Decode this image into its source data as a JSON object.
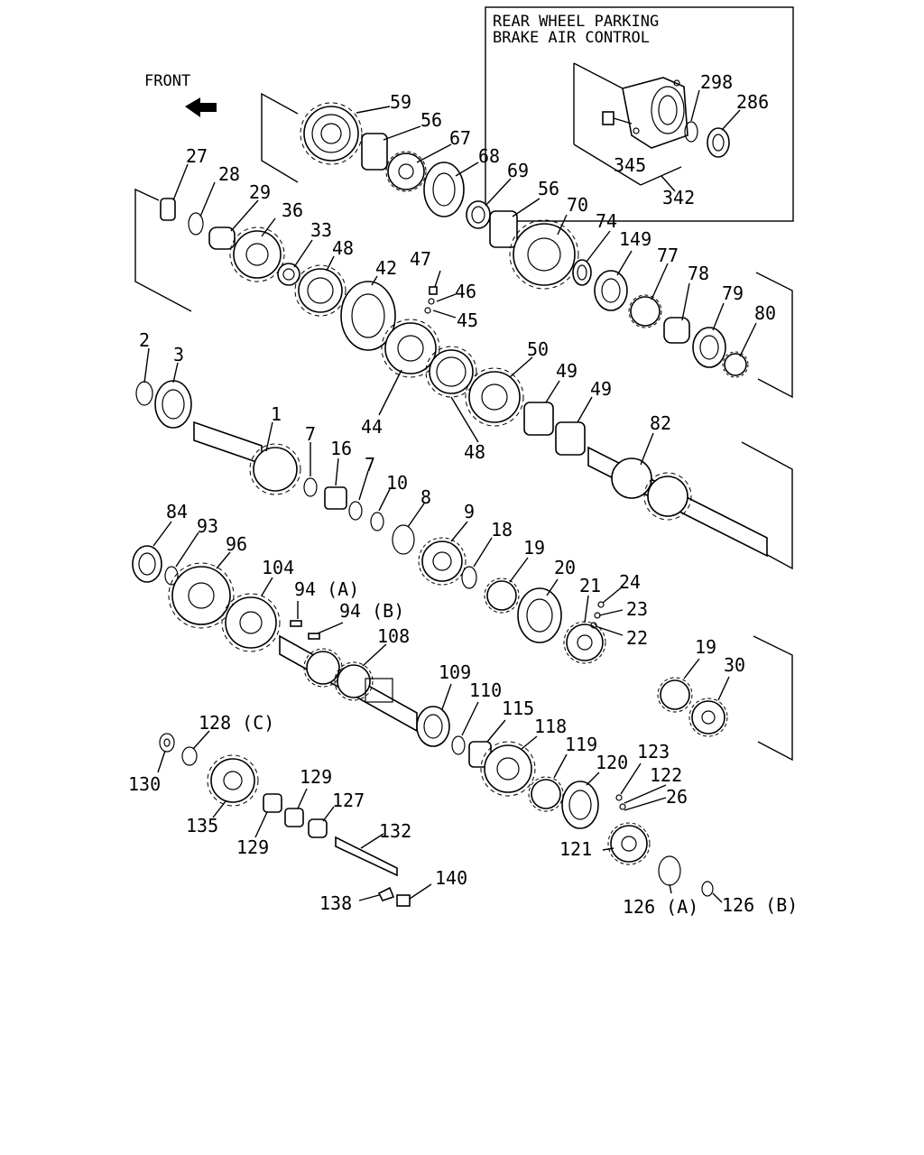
{
  "inset": {
    "title_line1": "REAR WHEEL PARKING",
    "title_line2": "BRAKE AIR CONTROL"
  },
  "front_label": "FRONT",
  "callouts": [
    {
      "id": "c-59",
      "text": "59"
    },
    {
      "id": "c-56a",
      "text": "56"
    },
    {
      "id": "c-67",
      "text": "67"
    },
    {
      "id": "c-68",
      "text": "68"
    },
    {
      "id": "c-69",
      "text": "69"
    },
    {
      "id": "c-56b",
      "text": "56"
    },
    {
      "id": "c-70",
      "text": "70"
    },
    {
      "id": "c-74",
      "text": "74"
    },
    {
      "id": "c-149",
      "text": "149"
    },
    {
      "id": "c-77",
      "text": "77"
    },
    {
      "id": "c-78",
      "text": "78"
    },
    {
      "id": "c-79",
      "text": "79"
    },
    {
      "id": "c-80",
      "text": "80"
    },
    {
      "id": "c-27",
      "text": "27"
    },
    {
      "id": "c-28",
      "text": "28"
    },
    {
      "id": "c-29",
      "text": "29"
    },
    {
      "id": "c-36",
      "text": "36"
    },
    {
      "id": "c-33",
      "text": "33"
    },
    {
      "id": "c-48a",
      "text": "48"
    },
    {
      "id": "c-42",
      "text": "42"
    },
    {
      "id": "c-47",
      "text": "47"
    },
    {
      "id": "c-46",
      "text": "46"
    },
    {
      "id": "c-45",
      "text": "45"
    },
    {
      "id": "c-2",
      "text": "2"
    },
    {
      "id": "c-3",
      "text": "3"
    },
    {
      "id": "c-1",
      "text": "1"
    },
    {
      "id": "c-44",
      "text": "44"
    },
    {
      "id": "c-48b",
      "text": "48"
    },
    {
      "id": "c-50",
      "text": "50"
    },
    {
      "id": "c-49a",
      "text": "49"
    },
    {
      "id": "c-49b",
      "text": "49"
    },
    {
      "id": "c-82",
      "text": "82"
    },
    {
      "id": "c-7a",
      "text": "7"
    },
    {
      "id": "c-16",
      "text": "16"
    },
    {
      "id": "c-7b",
      "text": "7"
    },
    {
      "id": "c-10",
      "text": "10"
    },
    {
      "id": "c-8",
      "text": "8"
    },
    {
      "id": "c-84",
      "text": "84"
    },
    {
      "id": "c-93",
      "text": "93"
    },
    {
      "id": "c-96",
      "text": "96"
    },
    {
      "id": "c-104",
      "text": "104"
    },
    {
      "id": "c-94a",
      "text": "94 (A)"
    },
    {
      "id": "c-94b",
      "text": "94 (B)"
    },
    {
      "id": "c-9",
      "text": "9"
    },
    {
      "id": "c-18",
      "text": "18"
    },
    {
      "id": "c-19a",
      "text": "19"
    },
    {
      "id": "c-20",
      "text": "20"
    },
    {
      "id": "c-21",
      "text": "21"
    },
    {
      "id": "c-24",
      "text": "24"
    },
    {
      "id": "c-23",
      "text": "23"
    },
    {
      "id": "c-22",
      "text": "22"
    },
    {
      "id": "c-108",
      "text": "108"
    },
    {
      "id": "c-109",
      "text": "109"
    },
    {
      "id": "c-110",
      "text": "110"
    },
    {
      "id": "c-115",
      "text": "115"
    },
    {
      "id": "c-118",
      "text": "118"
    },
    {
      "id": "c-119",
      "text": "119"
    },
    {
      "id": "c-120",
      "text": "120"
    },
    {
      "id": "c-123",
      "text": "123"
    },
    {
      "id": "c-122",
      "text": "122"
    },
    {
      "id": "c-26",
      "text": "26"
    },
    {
      "id": "c-19b",
      "text": "19"
    },
    {
      "id": "c-30",
      "text": "30"
    },
    {
      "id": "c-128c",
      "text": "128 (C)"
    },
    {
      "id": "c-130",
      "text": "130"
    },
    {
      "id": "c-135",
      "text": "135"
    },
    {
      "id": "c-129a",
      "text": "129"
    },
    {
      "id": "c-129b",
      "text": "129"
    },
    {
      "id": "c-127",
      "text": "127"
    },
    {
      "id": "c-132",
      "text": "132"
    },
    {
      "id": "c-140",
      "text": "140"
    },
    {
      "id": "c-138",
      "text": "138"
    },
    {
      "id": "c-121",
      "text": "121"
    },
    {
      "id": "c-126a",
      "text": "126 (A)"
    },
    {
      "id": "c-126b",
      "text": "126 (B)"
    },
    {
      "id": "c-298",
      "text": "298"
    },
    {
      "id": "c-286",
      "text": "286"
    },
    {
      "id": "c-345",
      "text": "345"
    },
    {
      "id": "c-342",
      "text": "342"
    }
  ]
}
